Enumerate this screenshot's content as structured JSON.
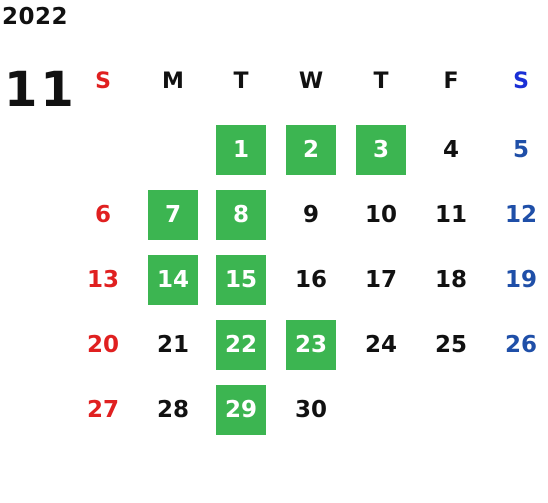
{
  "year": "2022",
  "month": "11",
  "weekday_headers": [
    "S",
    "M",
    "T",
    "W",
    "T",
    "F",
    "S"
  ],
  "weeks": [
    [
      "",
      "",
      "1",
      "2",
      "3",
      "4",
      "5"
    ],
    [
      "6",
      "7",
      "8",
      "9",
      "10",
      "11",
      "12"
    ],
    [
      "13",
      "14",
      "15",
      "16",
      "17",
      "18",
      "19"
    ],
    [
      "20",
      "21",
      "22",
      "23",
      "24",
      "25",
      "26"
    ],
    [
      "27",
      "28",
      "29",
      "30",
      "",
      "",
      ""
    ]
  ],
  "highlighted_days": [
    "1",
    "2",
    "3",
    "7",
    "8",
    "14",
    "15",
    "22",
    "23",
    "29"
  ],
  "colors": {
    "sunday": "#e02020",
    "saturday": "#1f4fa8",
    "saturday_header": "#1a2fd6",
    "highlight": "#3cb551",
    "text": "#111111"
  }
}
